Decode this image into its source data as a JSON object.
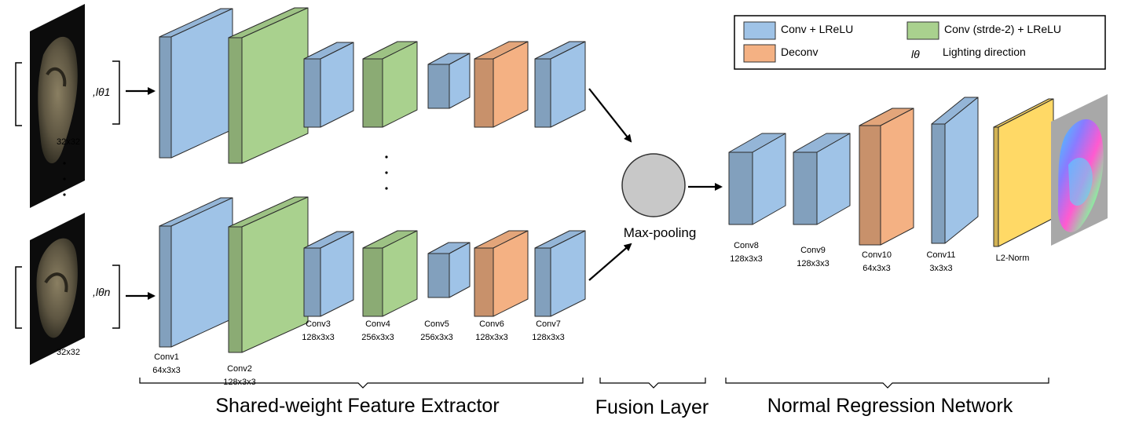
{
  "colors": {
    "conv": "#9fc3e7",
    "conv_stride": "#a9d18e",
    "deconv": "#f4b183",
    "norm": "#ffd966",
    "pool": "#c8c8c8",
    "edge": "#2b2b2b"
  },
  "legend": {
    "conv_label": "Conv + LReLU",
    "stride_label": "Conv (strde-2) + LReLU",
    "deconv_label": "Deconv",
    "lighting_symbol": "lθ",
    "lighting_label": "Lighting direction"
  },
  "inputs": [
    {
      "size_label": "32x32",
      "lighting": ",lθ1"
    },
    {
      "size_label": "32x32",
      "lighting": ",lθn"
    }
  ],
  "extractor_layers": [
    {
      "name": "Conv1",
      "dims": "64x3x3",
      "kind": "conv"
    },
    {
      "name": "Conv2",
      "dims": "128x3x3",
      "kind": "conv_stride"
    },
    {
      "name": "Conv3",
      "dims": "128x3x3",
      "kind": "conv"
    },
    {
      "name": "Conv4",
      "dims": "256x3x3",
      "kind": "conv_stride"
    },
    {
      "name": "Conv5",
      "dims": "256x3x3",
      "kind": "conv"
    },
    {
      "name": "Conv6",
      "dims": "128x3x3",
      "kind": "deconv"
    },
    {
      "name": "Conv7",
      "dims": "128x3x3",
      "kind": "conv"
    }
  ],
  "fusion": {
    "label": "Max-pooling"
  },
  "regression_layers": [
    {
      "name": "Conv8",
      "dims": "128x3x3",
      "kind": "conv"
    },
    {
      "name": "Conv9",
      "dims": "128x3x3",
      "kind": "conv"
    },
    {
      "name": "Conv10",
      "dims": "64x3x3",
      "kind": "deconv"
    },
    {
      "name": "Conv11",
      "dims": "3x3x3",
      "kind": "conv"
    },
    {
      "name": "L2-Norm",
      "dims": "",
      "kind": "norm"
    }
  ],
  "sections": {
    "extractor": "Shared-weight Feature Extractor",
    "fusion": "Fusion Layer",
    "regression": "Normal Regression Network"
  }
}
